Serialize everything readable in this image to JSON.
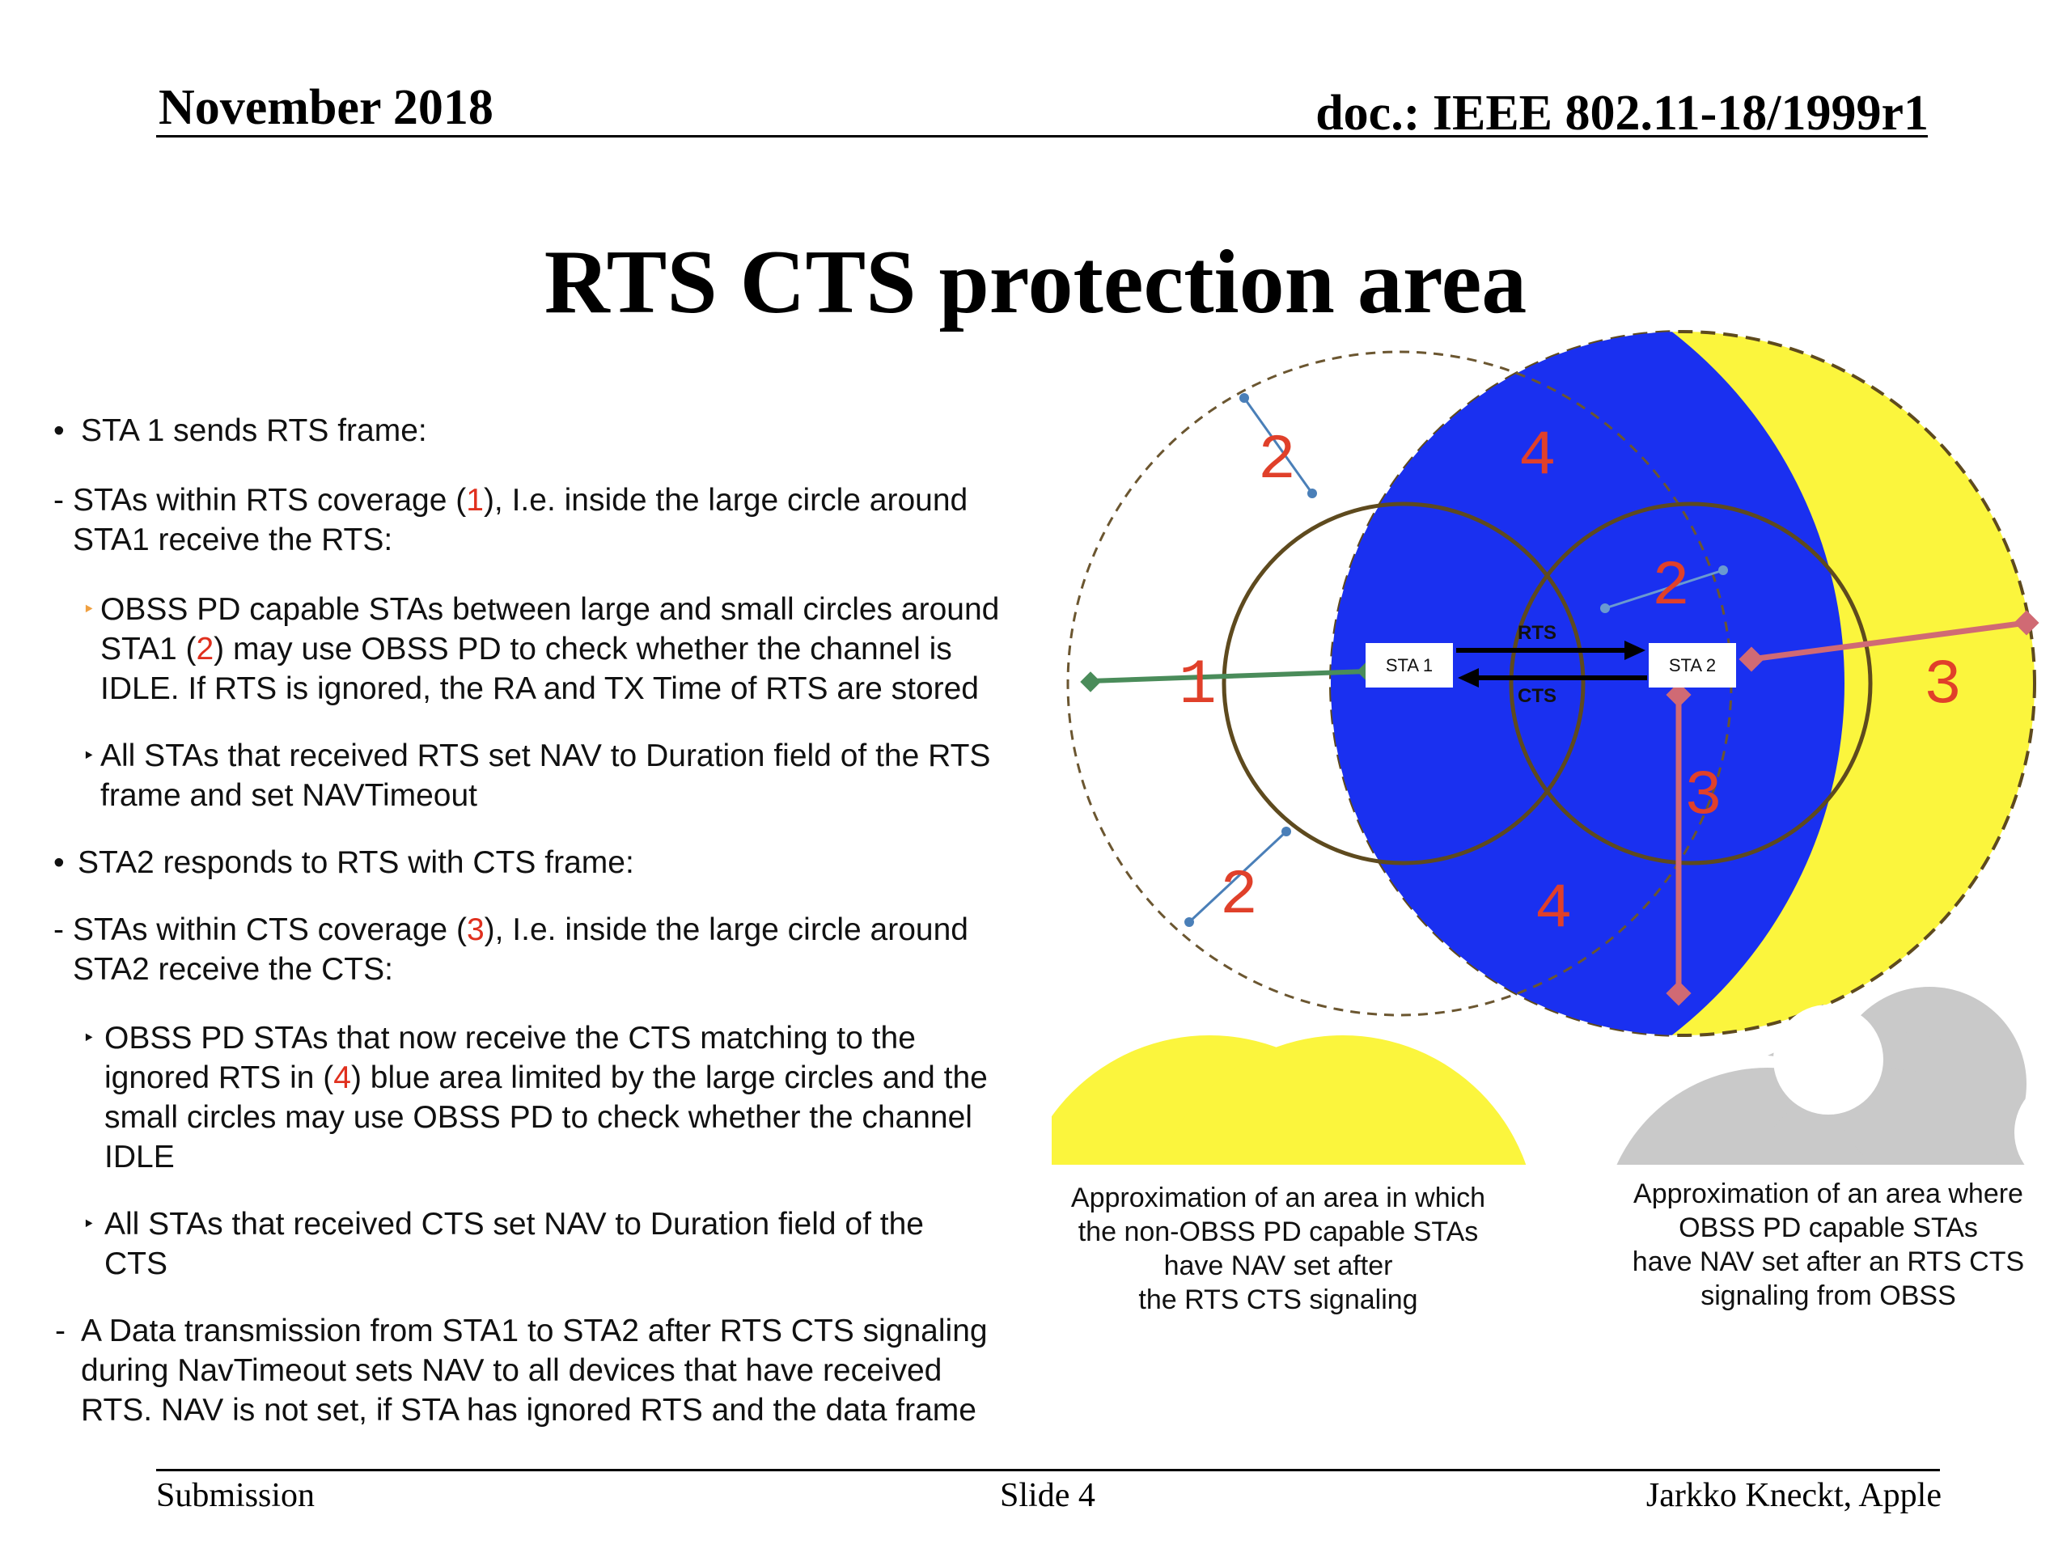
{
  "header": {
    "date": "November 2018",
    "doc": "doc.: IEEE 802.11-18/1999r1"
  },
  "title": "RTS CTS protection area",
  "bullets": {
    "b1": "STA 1 sends RTS frame:",
    "b2a": "STAs within RTS coverage (",
    "b2n": "1",
    "b2b": "), I.e. inside the large circle around",
    "b2c": "STA1 receive the RTS:",
    "b3a": "OBSS PD capable STAs between large and small circles around",
    "b3b": "STA1 (",
    "b3n": "2",
    "b3c": ") may use OBSS PD to check whether the channel is",
    "b3d": "IDLE. If RTS is ignored, the RA and TX Time of RTS are stored",
    "b4a": "All STAs that received RTS set NAV to Duration field of the RTS",
    "b4b": "frame and set NAVTimeout",
    "b5": "STA2 responds to RTS with CTS frame:",
    "b6a": "STAs within CTS coverage (",
    "b6n": "3",
    "b6b": "), I.e. inside the large circle around",
    "b6c": "STA2 receive the CTS:",
    "b7a": "OBSS PD STAs that now receive the CTS matching to the",
    "b7b": "ignored RTS in (",
    "b7n": "4",
    "b7c": ") blue area limited by the large circles and the",
    "b7d": "small circles may use OBSS PD to check whether the channel",
    "b7e": "IDLE",
    "b8a": "All STAs that received CTS set NAV to Duration field of the",
    "b8b": "CTS",
    "b9a": "A Data transmission from STA1 to STA2 after RTS CTS signaling",
    "b9b": "during NavTimeout sets NAV to all devices that have received",
    "b9c": "RTS. NAV is not set, if STA has ignored RTS and the data frame"
  },
  "diagram": {
    "sta1": "STA 1",
    "sta2": "STA 2",
    "rts": "RTS",
    "cts": "CTS",
    "area_labels": {
      "one": "1",
      "two_a": "2",
      "two_b": "2",
      "two_c": "2",
      "three_a": "3",
      "three_b": "3",
      "four_a": "4",
      "four_b": "4"
    },
    "colors": {
      "blue": "#1a30f0",
      "yellow": "#fbf53d",
      "brown": "#5e4a1e",
      "pink": "#d06a74",
      "green": "#4a8c5a",
      "label_red": "#e0402a"
    }
  },
  "notes": {
    "yellow": [
      "Approximation of an area in which",
      "the non-OBSS PD capable STAs",
      "have NAV set after",
      "the RTS CTS signaling"
    ],
    "gray": [
      "Approximation of an area where",
      "OBSS PD capable STAs",
      "have NAV set after an RTS CTS",
      "signaling from OBSS"
    ]
  },
  "footer": {
    "left": "Submission",
    "center": "Slide 4",
    "right": "Jarkko Kneckt, Apple"
  }
}
